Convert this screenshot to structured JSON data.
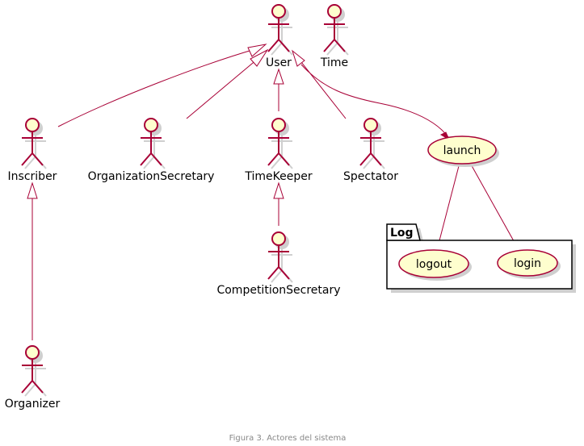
{
  "actors": {
    "user": "User",
    "time": "Time",
    "inscriber": "Inscriber",
    "organization_secretary": "OrganizationSecretary",
    "time_keeper": "TimeKeeper",
    "spectator": "Spectator",
    "competition_secretary": "CompetitionSecretary",
    "organizer": "Organizer"
  },
  "use_cases": {
    "launch": "launch",
    "logout": "logout",
    "login": "login"
  },
  "package": {
    "name": "Log"
  },
  "caption": "Figura 3. Actores del sistema",
  "colors": {
    "stroke": "#A80036",
    "fill": "#FEFECE",
    "shadow": "#cfcfcf",
    "caption": "#888888"
  },
  "relations": [
    {
      "from": "Inscriber",
      "to": "User",
      "type": "generalization"
    },
    {
      "from": "OrganizationSecretary",
      "to": "User",
      "type": "generalization"
    },
    {
      "from": "TimeKeeper",
      "to": "User",
      "type": "generalization"
    },
    {
      "from": "Spectator",
      "to": "User",
      "type": "generalization"
    },
    {
      "from": "CompetitionSecretary",
      "to": "TimeKeeper",
      "type": "generalization"
    },
    {
      "from": "Organizer",
      "to": "Inscriber",
      "type": "generalization"
    },
    {
      "from": "User",
      "to": "launch",
      "type": "association"
    },
    {
      "from": "launch",
      "to": "logout",
      "type": "association"
    },
    {
      "from": "launch",
      "to": "login",
      "type": "association"
    }
  ]
}
